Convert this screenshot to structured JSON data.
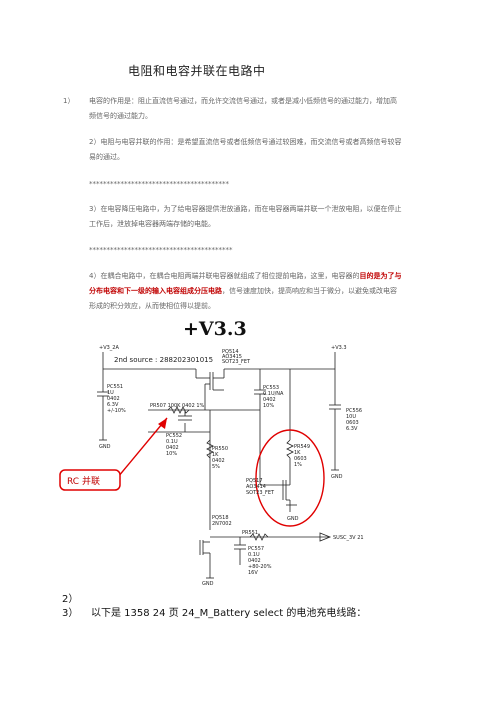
{
  "title": "电阻和电容并联在电路中",
  "p1_num": "1）",
  "p1_line1": "电容的作用是：阻止直流信号通过，而允许交流信号通过，或者是减小低频信号的通过能力，增加高",
  "p1_line2": "频信号的通过能力。",
  "p2_line1": "2）电阻与电容并联的作用：是希望直流信号或者低频信号通过较困难，而交流信号或者高频信号较容",
  "p2_line2": "易的通过。",
  "sep1": "****************************************",
  "p3_line1": "3）在电容降压电路中，为了给电容器提供泄放通路，而在电容器两端并联一个泄放电阻，以便在停止",
  "p3_line2": "工作后，泄放掉电容器两端存储的电能。",
  "sep2": "*****************************************",
  "p4_line1a": "4）在耦合电路中，在耦合电阻两端并联电容器就组成了相位提前电路，这里，电容器的",
  "p4_line1b": "目的是为了与",
  "p4_line2a": "分布电容和下一级的输入电容组成分压电路",
  "p4_line2b": "，信号速度加快，提高响应和当于微分，以避免或改电容",
  "p4_line3": "形成的积分效应，从而使相位得以提前。",
  "schematic": {
    "title": "+V3.3",
    "rc_label": "RC 并联",
    "v3_2a": "+V3_2A",
    "second_source": "2nd source : 288202301015",
    "pq514": "PQ514",
    "ao3415": "AO3415",
    "sot23": "SOT23_FET",
    "pc551": "PC551",
    "pc551_v": "1U",
    "pc551_p": "0402",
    "pc551_vv": "6.3V",
    "pc551_t": "+/-10%",
    "pr507": "PR507 100K  0402   1%",
    "pc553": "PC553",
    "pc553_v": "0.1U/NA",
    "pc553_p": "0402",
    "pc553_t": "10%",
    "pr549": "PR549",
    "pr549_v": "1K",
    "pr549_p": "0603",
    "pr549_t": "1%",
    "pc552": "PC552",
    "pc552_v": "0.1U",
    "pc552_p": "0402",
    "pc552_t": "10%",
    "pr550": "PR550",
    "pr550_v": "1K",
    "pr550_p": "0402",
    "pr550_t": "5%",
    "pq517": "PQ517",
    "ao3414": "AO3414",
    "sot23b": "SOT23_FET",
    "pq518": "PQ518",
    "q2n7002": "2N7002",
    "pr551": "PR551",
    "pc557": "PC557",
    "pc557_v": "0.1U",
    "pc557_p": "0402",
    "pc557_t": "+80-20%",
    "pc557_vv": "16V",
    "v3_3": "+V3.3",
    "pc556": "PC556",
    "pc556_v": "10U",
    "pc556_p": "0603",
    "pc556_vv": "6.3V",
    "gnd": "GND",
    "susc": "SUSC_3V   21"
  },
  "foot1": "2）",
  "foot2_num": "3）",
  "foot2_text": "以下是 1358 24 页 24_M_Battery select 的电池充电线路："
}
